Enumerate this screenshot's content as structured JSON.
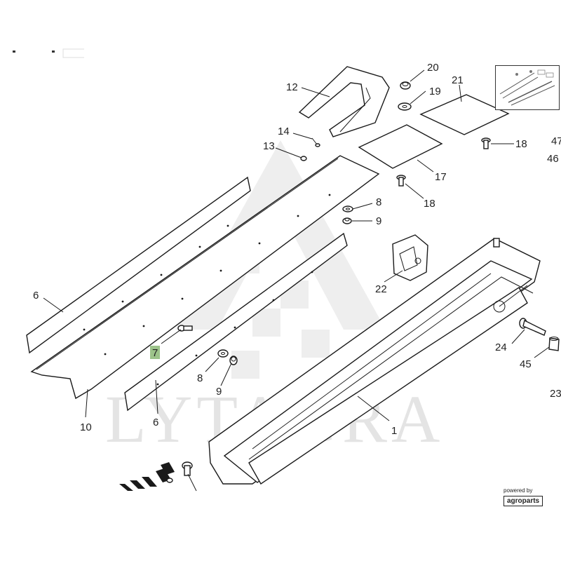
{
  "diagram": {
    "watermark_text": "LYTAGRA",
    "callouts": [
      {
        "id": "c12",
        "text": "12"
      },
      {
        "id": "c20",
        "text": "20"
      },
      {
        "id": "c19",
        "text": "19"
      },
      {
        "id": "c21",
        "text": "21"
      },
      {
        "id": "c14",
        "text": "14"
      },
      {
        "id": "c13",
        "text": "13"
      },
      {
        "id": "c18a",
        "text": "18"
      },
      {
        "id": "c47",
        "text": "47"
      },
      {
        "id": "c46",
        "text": "46"
      },
      {
        "id": "c17",
        "text": "17"
      },
      {
        "id": "c18b",
        "text": "18"
      },
      {
        "id": "c8a",
        "text": "8"
      },
      {
        "id": "c9a",
        "text": "9"
      },
      {
        "id": "c22",
        "text": "22"
      },
      {
        "id": "c6a",
        "text": "6"
      },
      {
        "id": "c7",
        "text": "7"
      },
      {
        "id": "c24",
        "text": "24"
      },
      {
        "id": "c45",
        "text": "45"
      },
      {
        "id": "c8b",
        "text": "8"
      },
      {
        "id": "c9b",
        "text": "9"
      },
      {
        "id": "c23",
        "text": "23"
      },
      {
        "id": "c10",
        "text": "10"
      },
      {
        "id": "c6b",
        "text": "6"
      },
      {
        "id": "c1",
        "text": "1"
      }
    ]
  },
  "branding": {
    "powered_by": "powered by",
    "brand": "agroparts"
  },
  "colors": {
    "highlight": "#9cc38a",
    "line": "#1a1a1a"
  }
}
